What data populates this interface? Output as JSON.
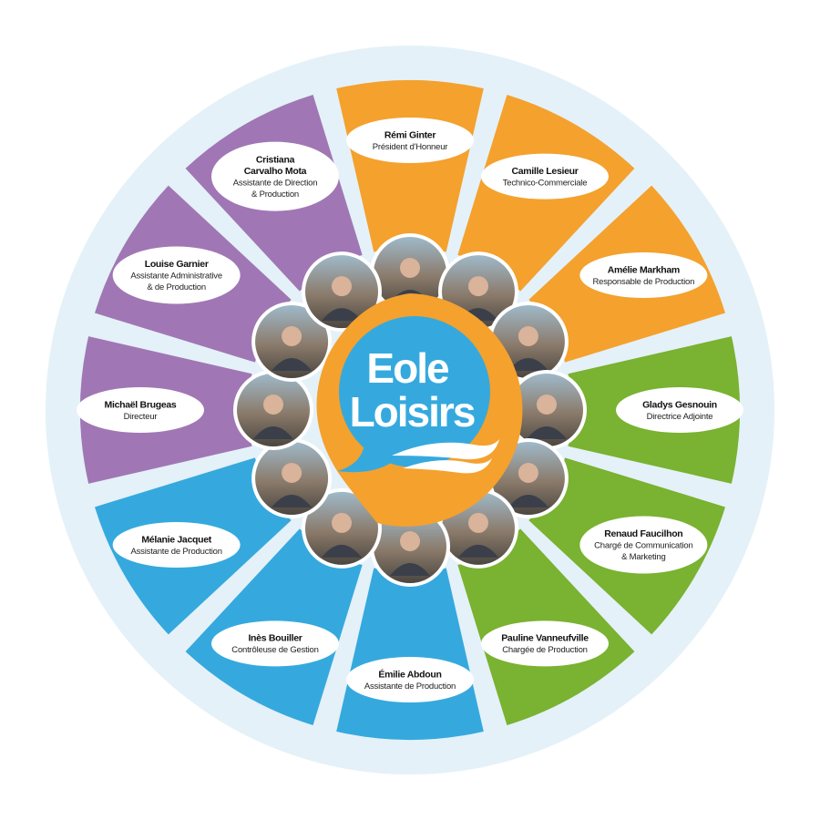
{
  "logo": {
    "line1": "Eole",
    "line2": "Loisirs"
  },
  "colors": {
    "orange": "#F4A12E",
    "green": "#7AB231",
    "blue": "#35A9DE",
    "purple": "#A077B4",
    "ring": "#E4F1F8",
    "logo_blue": "#35A9DE",
    "logo_orange": "#F4A12E"
  },
  "members": [
    {
      "name": [
        "Rémi Ginter"
      ],
      "role": [
        "Président d'Honneur"
      ],
      "group": "orange"
    },
    {
      "name": [
        "Camille Lesieur"
      ],
      "role": [
        "Technico-Commerciale"
      ],
      "group": "orange"
    },
    {
      "name": [
        "Amélie Markham"
      ],
      "role": [
        "Responsable de Production"
      ],
      "group": "orange"
    },
    {
      "name": [
        "Gladys Gesnouin"
      ],
      "role": [
        "Directrice Adjointe"
      ],
      "group": "green"
    },
    {
      "name": [
        "Renaud Faucilhon"
      ],
      "role": [
        "Chargé de Communication",
        "& Marketing"
      ],
      "group": "green"
    },
    {
      "name": [
        "Pauline Vanneufville"
      ],
      "role": [
        "Chargée de Production"
      ],
      "group": "green"
    },
    {
      "name": [
        "Émilie Abdoun"
      ],
      "role": [
        "Assistante de Production"
      ],
      "group": "blue"
    },
    {
      "name": [
        "Inès Bouiller"
      ],
      "role": [
        "Contrôleuse de Gestion"
      ],
      "group": "blue"
    },
    {
      "name": [
        "Mélanie Jacquet"
      ],
      "role": [
        "Assistante de Production"
      ],
      "group": "blue"
    },
    {
      "name": [
        "Michaël Brugeas"
      ],
      "role": [
        "Directeur"
      ],
      "group": "purple"
    },
    {
      "name": [
        "Louise Garnier"
      ],
      "role": [
        "Assistante Administrative",
        "& de Production"
      ],
      "group": "purple"
    },
    {
      "name": [
        "Cristiana",
        "Carvalho Mota"
      ],
      "role": [
        "Assistante de Direction",
        "& Production"
      ],
      "group": "purple"
    }
  ]
}
